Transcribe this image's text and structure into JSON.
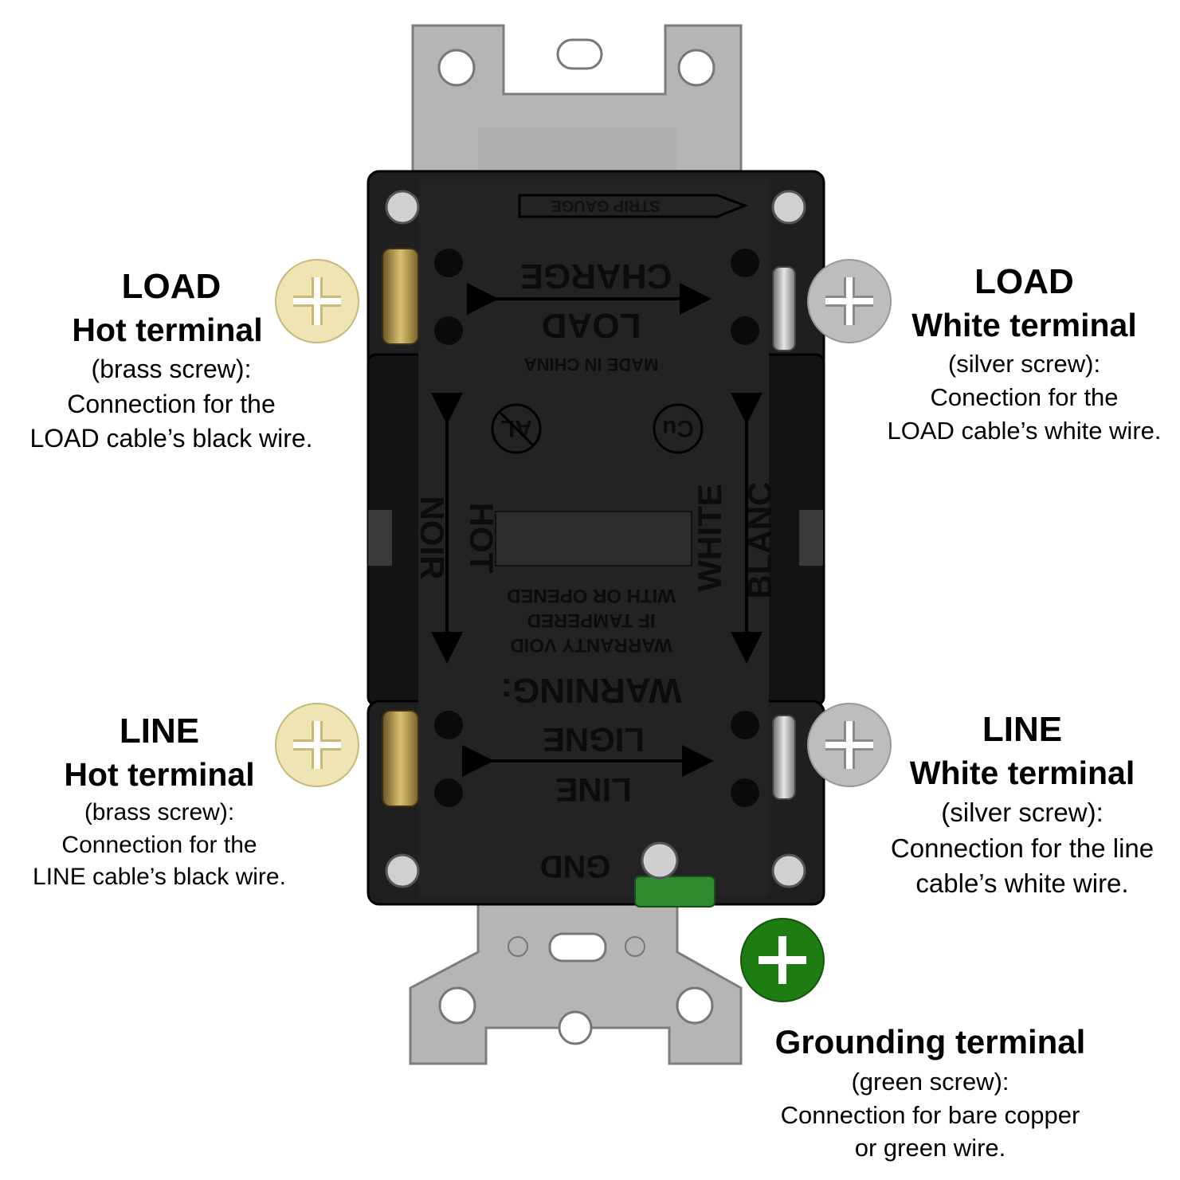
{
  "device": {
    "strip_gauge": "STRIP GAUGE",
    "charge": "CHARGE",
    "load": "LOAD",
    "made_in": "MADE IN CHINA",
    "al_mark": "AL",
    "cu_mark": "Cu",
    "hot": "HOT",
    "noir": "NOIR",
    "white": "WHITE",
    "blanc": "BLANC",
    "warranty": [
      "WITH OR OPENED",
      "IF TAMPERED",
      "WARRANTY VOID"
    ],
    "warning": "WARNING:",
    "ligne": "LIGNE",
    "line": "LINE",
    "gnd": "GND"
  },
  "callouts": {
    "load_hot": {
      "title": "LOAD",
      "subtitle": "Hot terminal",
      "lines": [
        "(brass screw):",
        "Connection for the",
        "LOAD cable’s black wire."
      ]
    },
    "load_white": {
      "title": "LOAD",
      "subtitle": "White terminal",
      "lines": [
        "(silver screw):",
        "Conection for the",
        "LOAD cable’s white wire."
      ]
    },
    "line_hot": {
      "title": "LINE",
      "subtitle": "Hot terminal",
      "lines": [
        "(brass screw):",
        "Connection for the",
        "LINE cable’s black wire."
      ]
    },
    "line_white": {
      "title": "LINE",
      "subtitle": "White terminal",
      "lines": [
        "(silver screw):",
        "Connection for the line",
        "cable’s white wire."
      ]
    },
    "ground": {
      "subtitle": "Grounding terminal",
      "lines": [
        "(green screw):",
        "Connection for bare copper",
        "or green wire."
      ]
    }
  },
  "colors": {
    "brass_screw": "#efe5b4",
    "silver_screw": "#bdbdbd",
    "green_screw": "#1e7d12",
    "plate": "#b4b4b4",
    "body": "#1c1c1c"
  },
  "icons": {
    "brass_marker": "plus-circle-icon",
    "silver_marker": "plus-circle-icon",
    "green_marker": "plus-circle-icon"
  }
}
